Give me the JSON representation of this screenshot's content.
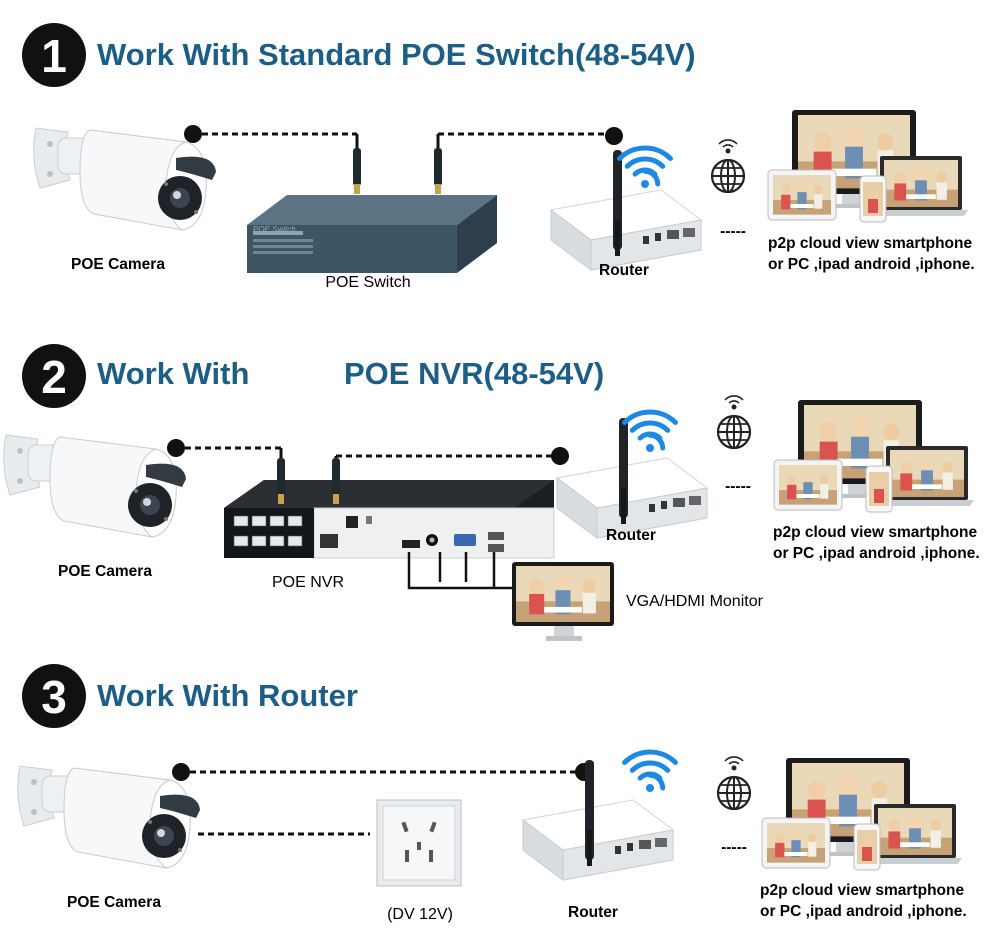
{
  "sections": [
    {
      "number": "1",
      "heading": "Work With Standard POE Switch(48-54V)",
      "camera_label": "POE Camera",
      "switch_label": "POE Switch",
      "router_label": "Router",
      "dashes": "-----",
      "view_line1": "p2p cloud view smartphone",
      "view_line2": "or PC ,ipad android ,iphone."
    },
    {
      "number": "2",
      "heading_part1": "Work With",
      "heading_part2": "POE NVR(48-54V)",
      "camera_label": "POE Camera",
      "nvr_label": "POE NVR",
      "monitor_label": "VGA/HDMI Monitor",
      "router_label": "Router",
      "dashes": "-----",
      "view_line1": "p2p cloud view smartphone",
      "view_line2": "or PC ,ipad android ,iphone."
    },
    {
      "number": "3",
      "heading": "Work With Router",
      "camera_label": "POE Camera",
      "adapter_label": "(DV 12V)",
      "router_label": "Router",
      "dashes": "-----",
      "view_line1": "p2p cloud view smartphone",
      "view_line2": "or PC ,ipad android ,iphone."
    }
  ],
  "colors": {
    "heading": "#1d5e86",
    "wifi": "#1e88e5",
    "circle": "#111111",
    "switch_body": "#3e5566"
  }
}
